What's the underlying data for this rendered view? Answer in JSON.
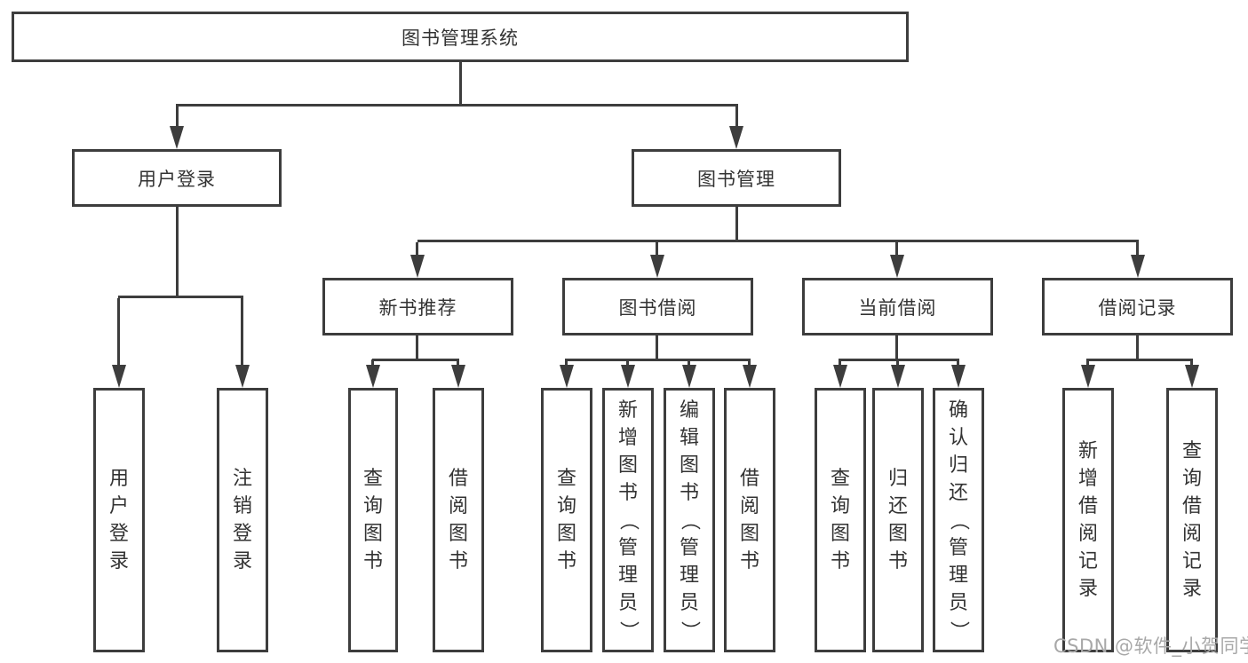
{
  "tree": {
    "root": {
      "label": "图书管理系统"
    },
    "user_login": {
      "label": "用户登录",
      "children": [
        "用户登录",
        "注销登录"
      ]
    },
    "book_management": {
      "label": "图书管理",
      "modules": [
        {
          "label": "新书推荐",
          "children": [
            "查询图书",
            "借阅图书"
          ]
        },
        {
          "label": "图书借阅",
          "children": [
            "查询图书",
            "新增图书（管理员）",
            "编辑图书（管理员）",
            "借阅图书"
          ]
        },
        {
          "label": "当前借阅",
          "children": [
            "查询图书",
            "归还图书",
            "确认归还（管理员）"
          ]
        },
        {
          "label": "借阅记录",
          "children": [
            "新增借阅记录",
            "查询借阅记录"
          ]
        }
      ]
    }
  },
  "watermark": "CSDN @软件_小贺同学",
  "colors": {
    "line": "#3d3d3d",
    "text": "#333333",
    "watermark": "#a8a8a8",
    "background": "#ffffff"
  }
}
